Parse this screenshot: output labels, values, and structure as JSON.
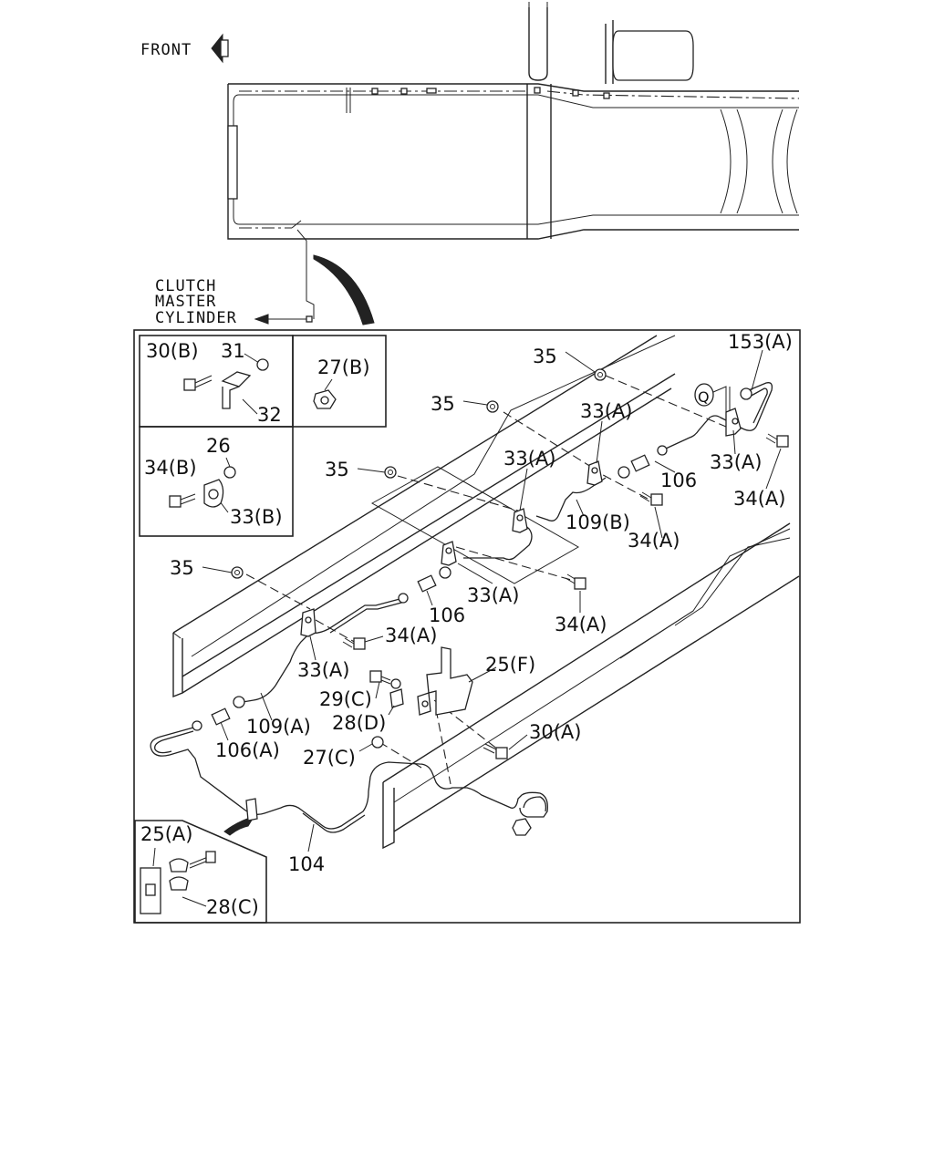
{
  "orientation": {
    "label": "FRONT",
    "arrow_icon": "front-arrow-icon"
  },
  "note": {
    "lines": [
      "CLUTCH",
      "MASTER",
      "CYLINDER"
    ]
  },
  "callout_marker": "Q",
  "inset_top_left": {
    "labels": [
      "30(B)",
      "31",
      "32"
    ]
  },
  "inset_top_right": {
    "labels": [
      "27(B)"
    ]
  },
  "inset_mid_left": {
    "labels": [
      "26",
      "34(B)",
      "33(B)"
    ]
  },
  "inset_bottom_left": {
    "labels": [
      "25(A)",
      "28(C)"
    ]
  },
  "main_labels": {
    "l153a": "153(A)",
    "l35_top": "35",
    "l35_2": "35",
    "l35_3": "35",
    "l35_4": "35",
    "l33a_1": "33(A)",
    "l33a_2": "33(A)",
    "l33a_3": "33(A)",
    "l33a_4": "33(A)",
    "l33a_5": "33(A)",
    "l106_1": "106",
    "l106_2": "106",
    "l106a": "106(A)",
    "l34a_1": "34(A)",
    "l34a_2": "34(A)",
    "l34a_3": "34(A)",
    "l34a_4": "34(A)",
    "l109b": "109(B)",
    "l109a": "109(A)",
    "l25f": "25(F)",
    "l29c": "29(C)",
    "l28d": "28(D)",
    "l30a": "30(A)",
    "l27c": "27(C)",
    "l104": "104"
  }
}
